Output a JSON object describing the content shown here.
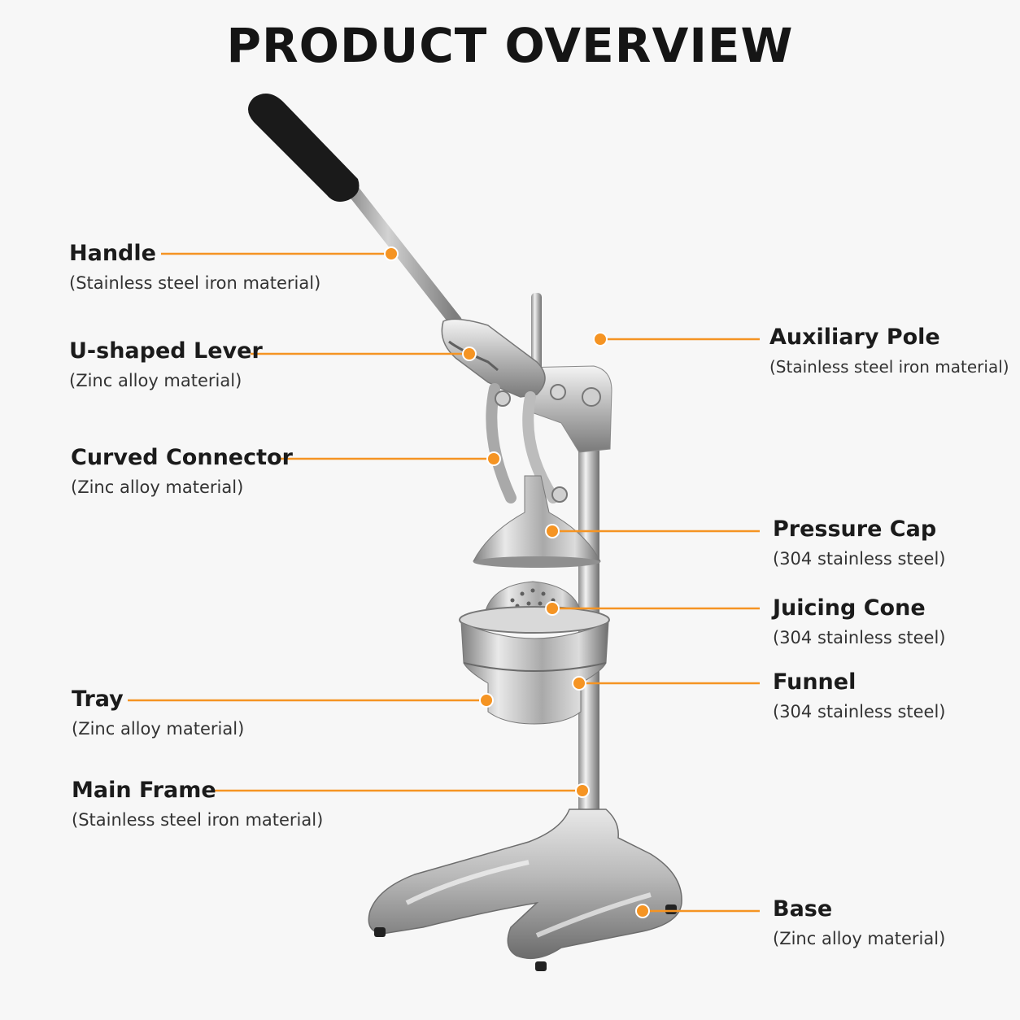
{
  "title": "PRODUCT OVERVIEW",
  "accent_color": "#f59423",
  "parts": [
    {
      "name": "Handle",
      "material": "(Stainless steel iron material)"
    },
    {
      "name": "U-shaped Lever",
      "material": "(Zinc alloy material)"
    },
    {
      "name": "Curved Connector",
      "material": "(Zinc alloy material)"
    },
    {
      "name": "Tray",
      "material": "(Zinc alloy material)"
    },
    {
      "name": "Main Frame",
      "material": "(Stainless steel iron material)"
    },
    {
      "name": "Auxiliary Pole",
      "material": "(Stainless steel iron material)"
    },
    {
      "name": "Pressure Cap",
      "material": "(304 stainless steel)"
    },
    {
      "name": "Juicing Cone",
      "material": "(304 stainless steel)"
    },
    {
      "name": "Funnel",
      "material": "(304 stainless steel)"
    },
    {
      "name": "Base",
      "material": "(Zinc alloy material)"
    }
  ]
}
